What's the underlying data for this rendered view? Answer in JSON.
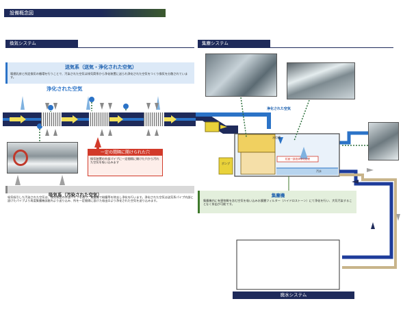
{
  "page": {
    "tab_title": "設備概念図"
  },
  "ventilation": {
    "section_title": "換気システム",
    "supply_title": "送気系（送気・浄化された空気）",
    "supply_desc": "喫煙乳房と所定換気の循環を行うことで、汚染された空気は排気筒系から浄化装置に送られ浄化された空気をつくり換気を分散されています。",
    "purified_label": "浄化された空気",
    "hole_title": "一定の間隔に開けられた穴",
    "hole_desc": "換気装置の外部パイプに一定間隔に開けた穴から汚れた空気を吸い込みます",
    "exhaust_title": "吸気系（汚染された空気）",
    "exhaust_desc": "吸気吸引した汚染された空気は、換気装置の外部パイプを通り、集塵機で粉塵等を除去し浄化を行います。浄化された空気は送気系パイプ内部に設けたパイプより再度集塵機部屋内より送り込み、所を一定間隔に設けた吸出口より浄化された空気を送り込みます。"
  },
  "dust": {
    "section_title": "集塵システム",
    "purified_label": "浄化された空気",
    "water_tank_label": "水位槽",
    "tank_label": "汚水",
    "pump_label": "ポンプ",
    "filter_note": "粒面一部液体浄化処理",
    "collector_title": "集塵機",
    "collector_desc": "集塵機内に有害物質を含む空気を吸い込み水膜層フィルター（ハイドロストーン）にて浄化を行い、大気汚染することなく排出が可能です。"
  },
  "wastewater": {
    "section_title": "廃水システム"
  },
  "colors": {
    "navy": "#1e2a5a",
    "blue": "#2b73c7",
    "red": "#d23a2a",
    "green": "#3f7a2c",
    "tan": "#c8b48a"
  }
}
